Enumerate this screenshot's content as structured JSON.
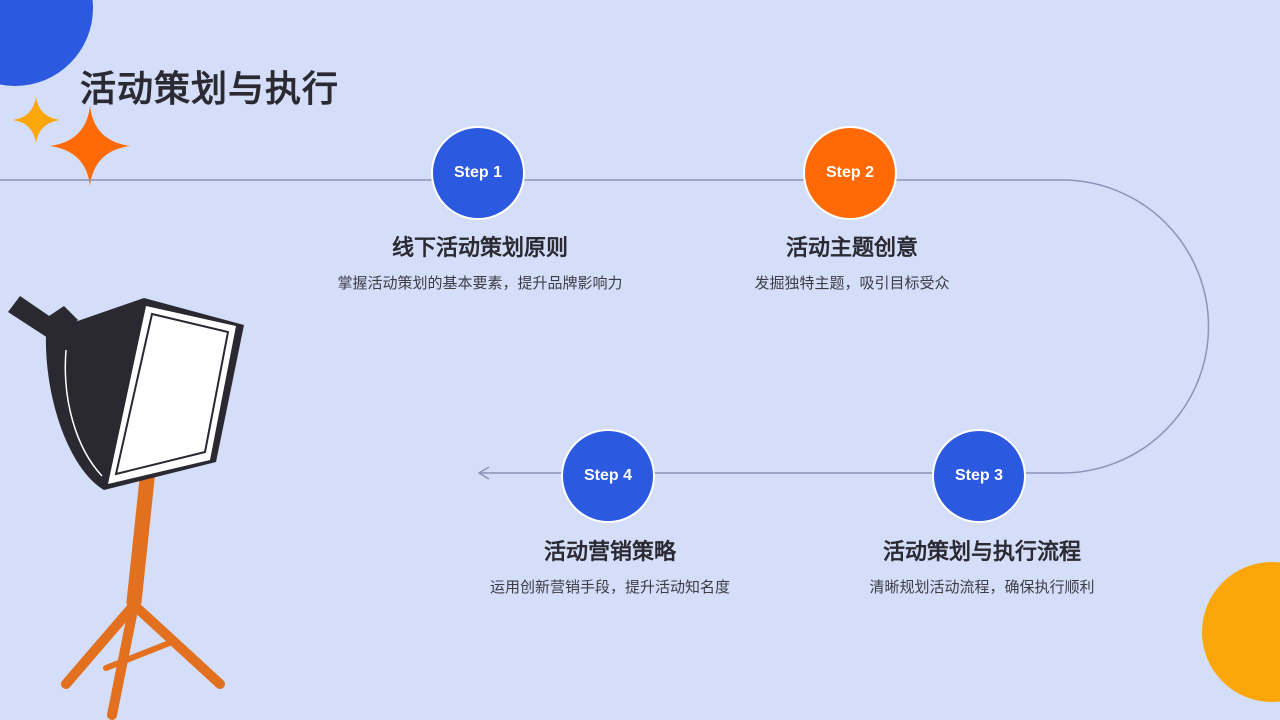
{
  "slide": {
    "title": "活动策划与执行"
  },
  "steps": [
    {
      "label": "Step 1",
      "title": "线下活动策划原则",
      "desc": "掌握活动策划的基本要素，提升品牌影响力"
    },
    {
      "label": "Step 2",
      "title": "活动主题创意",
      "desc": "发掘独特主题，吸引目标受众"
    },
    {
      "label": "Step 3",
      "title": "活动策划与执行流程",
      "desc": "清晰规划活动流程，确保执行顺利"
    },
    {
      "label": "Step 4",
      "title": "活动营销策略",
      "desc": "运用创新营销手段，提升活动知名度"
    }
  ],
  "colors": {
    "background": "#d4def8",
    "step_blue": "#2b59df",
    "step_orange": "#ff6a07",
    "accent_yellow": "#fba70c",
    "text_dark": "#2b2a33",
    "lamp_dark": "#2a2830",
    "stand_orange": "#e3701e"
  },
  "icons": [
    "sparkle-icon",
    "softbox-lamp-icon"
  ]
}
